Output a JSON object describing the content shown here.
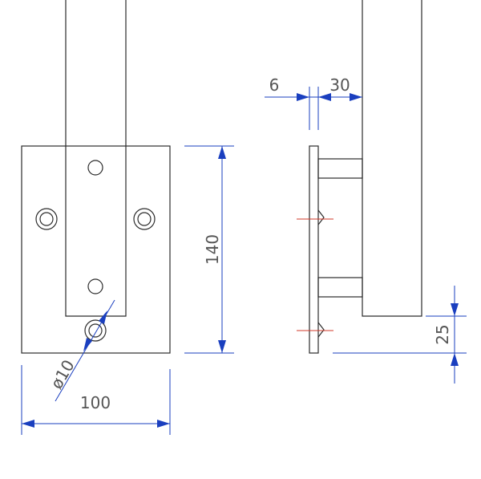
{
  "drawing": {
    "colors": {
      "line": "#2b2b2b",
      "dimension": "#1a3fbf",
      "centerline": "#d23a2a",
      "text": "#555555"
    },
    "dimensions": {
      "plate_width": "100",
      "plate_height": "140",
      "hole_diameter": "ø10",
      "plate_thickness": "6",
      "offset": "30",
      "bottom_offset": "25"
    }
  }
}
